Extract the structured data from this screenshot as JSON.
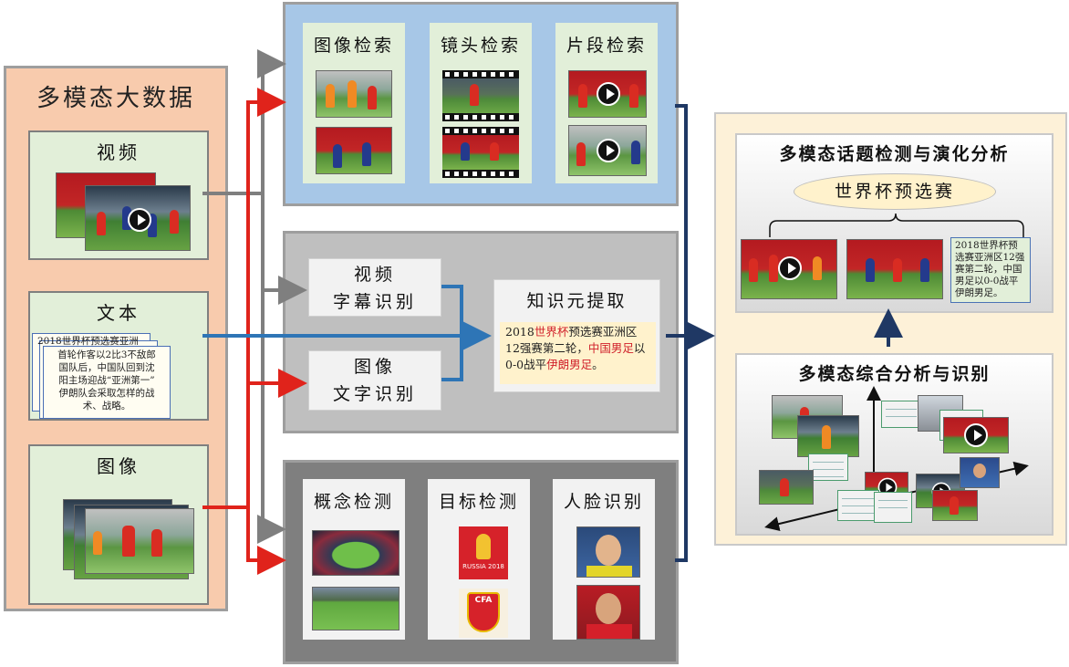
{
  "left_panel": {
    "title": "多模态大数据",
    "video": {
      "label": "视频"
    },
    "text": {
      "label": "文本",
      "note_line1": "2018世界杯预选赛亚洲",
      "note_line2": "首轮作客以2比3不敌郎",
      "note_line3": "国队后，中国队回到沈",
      "note_line4": "阳主场迎战“亚洲第一”",
      "note_line5": "伊朗队会采取怎样的战",
      "note_line6": "术、战略。"
    },
    "image": {
      "label": "图像"
    }
  },
  "retrieval_panel": {
    "cards": [
      {
        "label": "图像检索"
      },
      {
        "label": "镜头检索"
      },
      {
        "label": "片段检索"
      }
    ]
  },
  "recognition_panel": {
    "subtitle_box": {
      "line1": "视频",
      "line2": "字幕识别"
    },
    "ocr_box": {
      "line1": "图像",
      "line2": "文字识别"
    },
    "knowledge": {
      "title": "知识元提取",
      "seg1": "2018",
      "seg2": "世界杯",
      "seg3": "预选赛亚洲区12强赛第二轮，",
      "seg4": "中国男足",
      "seg5": "以0-0战平",
      "seg6": "伊朗男足",
      "seg7": "。"
    }
  },
  "detection_panel": {
    "cards": [
      {
        "label": "概念检测"
      },
      {
        "label": "目标检测"
      },
      {
        "label": "人脸识别"
      }
    ],
    "logo_text": "RUSSIA 2018",
    "cfa_text": "CFA"
  },
  "right_panel": {
    "topic_title": "多模态话题检测与演化分析",
    "topic_oval": "世界杯预选赛",
    "topic_note": "2018世界杯预选赛亚洲区12强赛第二轮，中国男足以0-0战平伊朗男足。",
    "analysis_title": "多模态综合分析与识别"
  },
  "colors": {
    "arrow_gray": "#7f7f7f",
    "arrow_red": "#e0231b",
    "arrow_blue": "#2e75b6",
    "arrow_navy": "#1f3864"
  }
}
